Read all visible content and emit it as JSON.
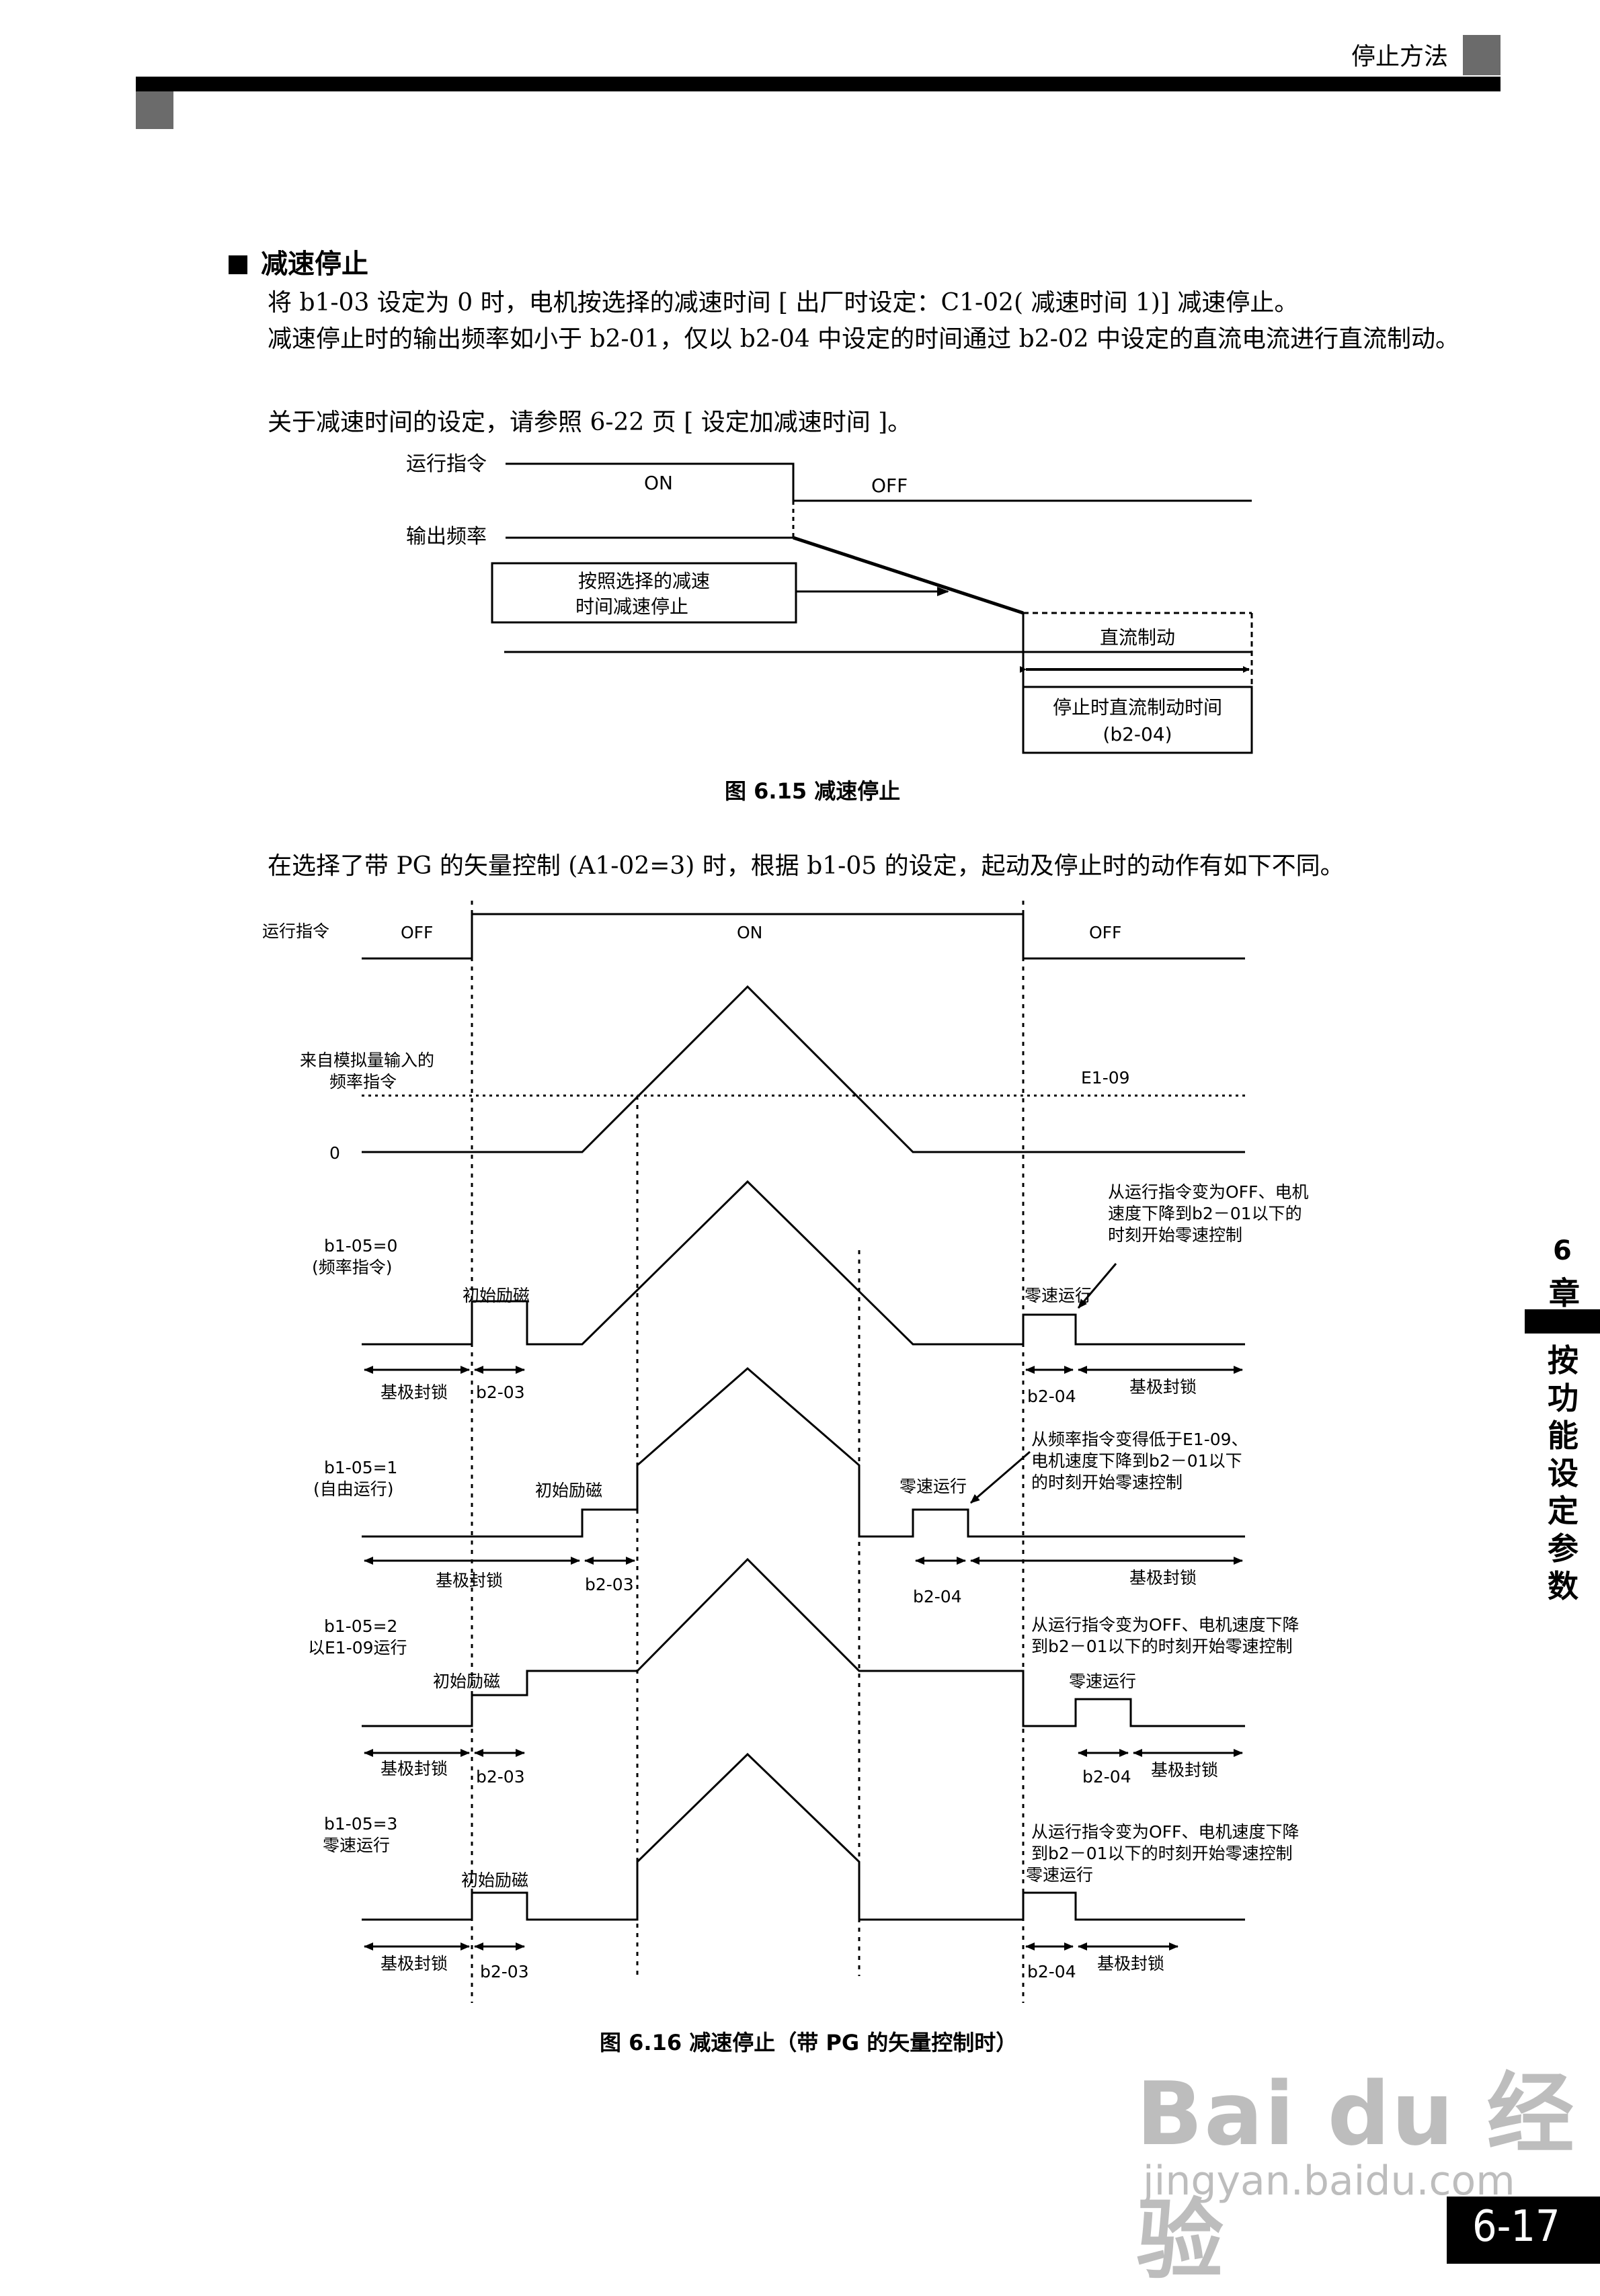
{
  "header": {
    "title": "停止方法"
  },
  "section": {
    "title": "减速停止",
    "para1": "将 b1-03 设定为 0 时，电机按选择的减速时间 [ 出厂时设定：C1-02( 减速时间 1)] 减速停止。",
    "para2": "减速停止时的输出频率如小于 b2-01，仅以 b2-04 中设定的时间通过 b2-02 中设定的直流电流进行直流制动。",
    "para3": "关于减速时间的设定，请参照 6-22 页 [ 设定加减速时间 ]。",
    "para4": "在选择了带 PG 的矢量控制 (A1-02=3) 时，根据 b1-05 的设定，起动及停止时的动作有如下不同。"
  },
  "fig15": {
    "caption": "图 6.15 减速停止",
    "run_label": "运行指令",
    "on": "ON",
    "off": "OFF",
    "freq_label": "输出频率",
    "box1_line1": "按照选择的减速",
    "box1_line2": "时间减速停止",
    "dc_brake": "直流制动",
    "box2_line1": "停止时直流制动时间",
    "box2_line2": "(b2-04)"
  },
  "fig16": {
    "caption": "图 6.16 减速停止（带 PG 的矢量控制时）",
    "run_label": "运行指令",
    "off1": "OFF",
    "on": "ON",
    "off2": "OFF",
    "analog_line1": "来自模拟量输入的",
    "analog_line2": "频率指令",
    "zero": "0",
    "e109": "E1-09",
    "r0_line1": "b1-05=0",
    "r0_line2": "(频率指令)",
    "r0_init": "初始励磁",
    "r0_zero": "零速运行",
    "r0_note1": "从运行指令变为OFF、电机",
    "r0_note2": "速度下降到b2－01以下的",
    "r0_note3": "时刻开始零速控制",
    "r0_bb1": "基极封锁",
    "r0_b203": "b2-03",
    "r0_b204": "b2-04",
    "r0_bb2": "基极封锁",
    "r1_line1": "b1-05=1",
    "r1_line2": "(自由运行)",
    "r1_init": "初始励磁",
    "r1_zero": "零速运行",
    "r1_note1": "从频率指令变得低于E1-09、",
    "r1_note2": "电机速度下降到b2－01以下",
    "r1_note3": "的时刻开始零速控制",
    "r1_bb1": "基极封锁",
    "r1_b203": "b2-03",
    "r1_b204": "b2-04",
    "r1_bb2": "基极封锁",
    "r2_line1": "b1-05=2",
    "r2_line2": "以E1-09运行",
    "r2_init": "初始励磁",
    "r2_zero": "零速运行",
    "r2_note1": "从运行指令变为OFF、电机速度下降",
    "r2_note2": "到b2－01以下的时刻开始零速控制",
    "r2_bb1": "基极封锁",
    "r2_b203": "b2-03",
    "r2_b204": "b2-04",
    "r2_bb2": "基极封锁",
    "r3_line1": "b1-05=3",
    "r3_line2": "零速运行",
    "r3_init": "初始励磁",
    "r3_zero": "零速运行",
    "r3_note1": "从运行指令变为OFF、电机速度下降",
    "r3_note2": "到b2－01以下的时刻开始零速控制",
    "r3_bb1": "基极封锁",
    "r3_b203": "b2-03",
    "r3_b204": "b2-04",
    "r3_bb2": "基极封锁"
  },
  "sidebar": {
    "chapter_num": "6",
    "chapter_char": "章",
    "label": "按功能设定参数"
  },
  "page_number": "6-17",
  "watermark": {
    "line1": "Bai du 经验",
    "line2": "jingyan.baidu.com"
  }
}
